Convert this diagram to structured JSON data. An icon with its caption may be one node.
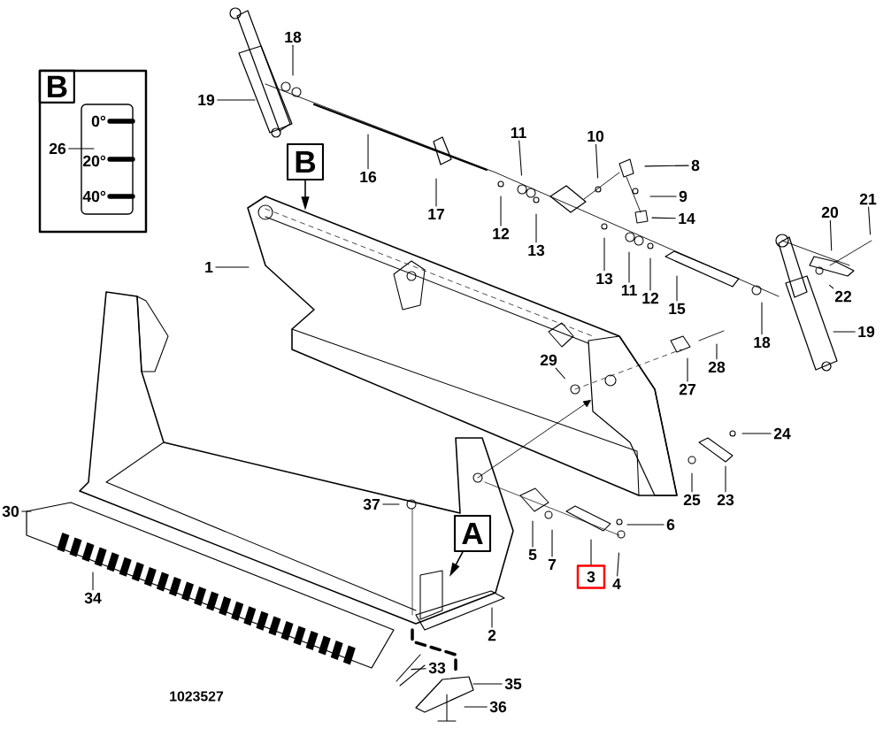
{
  "diagram": {
    "nodes": [
      {
        "text": [
          "B"
        ]
      },
      {
        "text": [
          "26"
        ],
        "in": 0
      },
      {
        "text": [
          "B"
        ]
      },
      {
        "text": [
          "A"
        ]
      },
      {
        "text": [
          "18"
        ]
      },
      {
        "text": [
          "19"
        ]
      },
      {
        "text": [
          "11"
        ]
      },
      {
        "text": [
          "10"
        ]
      },
      {
        "text": [
          "8"
        ]
      },
      {
        "text": [
          "16"
        ]
      },
      {
        "text": [
          "9"
        ]
      },
      {
        "text": [
          "21"
        ]
      },
      {
        "text": [
          "20"
        ]
      },
      {
        "text": [
          "17"
        ]
      },
      {
        "text": [
          "14"
        ]
      },
      {
        "text": [
          "12"
        ]
      },
      {
        "text": [
          "13"
        ]
      },
      {
        "text": [
          "1"
        ]
      },
      {
        "text": [
          "13"
        ]
      },
      {
        "text": [
          "11"
        ]
      },
      {
        "text": [
          "22"
        ]
      },
      {
        "text": [
          "12"
        ]
      },
      {
        "text": [
          "15"
        ]
      },
      {
        "text": [
          "18"
        ]
      },
      {
        "text": [
          "19"
        ]
      },
      {
        "text": [
          "29"
        ]
      },
      {
        "text": [
          "28"
        ]
      },
      {
        "text": [
          "27"
        ]
      },
      {
        "text": [
          "24"
        ]
      },
      {
        "text": [
          "23"
        ]
      },
      {
        "text": [
          "25"
        ]
      },
      {
        "text": [
          "37"
        ]
      },
      {
        "text": [
          "30"
        ]
      },
      {
        "text": [
          "6"
        ]
      },
      {
        "text": [
          "5"
        ]
      },
      {
        "text": [
          "7"
        ]
      },
      {
        "text": [
          "3"
        ]
      },
      {
        "text": [
          "4"
        ]
      },
      {
        "text": [
          "34"
        ]
      },
      {
        "text": [
          "2"
        ]
      },
      {
        "text": [
          "33"
        ]
      },
      {
        "text": [
          "35"
        ]
      },
      {
        "text": [
          "36"
        ]
      }
    ],
    "edges": [
      {
        "from": 1,
        "to": null,
        "arrow": "none"
      },
      {
        "from": 2,
        "to": null,
        "arrow": "to"
      },
      {
        "from": 3,
        "to": null,
        "arrow": "to"
      },
      {
        "from": 4,
        "to": null,
        "arrow": "none"
      },
      {
        "from": 5,
        "to": null,
        "arrow": "none"
      },
      {
        "from": 6,
        "to": null,
        "arrow": "none"
      },
      {
        "from": 7,
        "to": null,
        "arrow": "none"
      },
      {
        "from": 8,
        "to": null,
        "arrow": "none"
      },
      {
        "from": 9,
        "to": null,
        "arrow": "none"
      },
      {
        "from": 10,
        "to": null,
        "arrow": "none"
      },
      {
        "from": 11,
        "to": null,
        "arrow": "none"
      },
      {
        "from": 12,
        "to": null,
        "arrow": "none"
      },
      {
        "from": 13,
        "to": null,
        "arrow": "none"
      },
      {
        "from": 14,
        "to": null,
        "arrow": "none"
      },
      {
        "from": 15,
        "to": null,
        "arrow": "none"
      },
      {
        "from": 16,
        "to": null,
        "arrow": "none"
      },
      {
        "from": 17,
        "to": null,
        "arrow": "none"
      },
      {
        "from": 18,
        "to": null,
        "arrow": "none"
      },
      {
        "from": 19,
        "to": null,
        "arrow": "none"
      },
      {
        "from": 20,
        "to": null,
        "arrow": "none"
      },
      {
        "from": 21,
        "to": null,
        "arrow": "none"
      },
      {
        "from": 22,
        "to": null,
        "arrow": "none"
      },
      {
        "from": 23,
        "to": null,
        "arrow": "none"
      },
      {
        "from": 24,
        "to": null,
        "arrow": "none"
      },
      {
        "from": 25,
        "to": null,
        "arrow": "none"
      },
      {
        "from": 26,
        "to": null,
        "arrow": "none"
      },
      {
        "from": 27,
        "to": null,
        "arrow": "none"
      },
      {
        "from": 28,
        "to": null,
        "arrow": "none"
      },
      {
        "from": 29,
        "to": null,
        "arrow": "none"
      },
      {
        "from": 30,
        "to": null,
        "arrow": "none"
      },
      {
        "from": 31,
        "to": null,
        "arrow": "none"
      },
      {
        "from": 32,
        "to": null,
        "arrow": "none"
      },
      {
        "from": 33,
        "to": null,
        "arrow": "none"
      },
      {
        "from": 34,
        "to": null,
        "arrow": "none"
      },
      {
        "from": 35,
        "to": null,
        "arrow": "none"
      },
      {
        "from": 36,
        "to": null,
        "arrow": "none"
      },
      {
        "from": 37,
        "to": null,
        "arrow": "none"
      },
      {
        "from": 38,
        "to": null,
        "arrow": "none"
      },
      {
        "from": 39,
        "to": null,
        "arrow": "none"
      },
      {
        "from": 40,
        "to": null,
        "arrow": "none"
      },
      {
        "from": 41,
        "to": null,
        "arrow": "none"
      },
      {
        "from": 42,
        "to": null,
        "arrow": "none"
      }
    ],
    "labels": [
      "0°",
      "20°",
      "40°",
      "1023527"
    ]
  }
}
